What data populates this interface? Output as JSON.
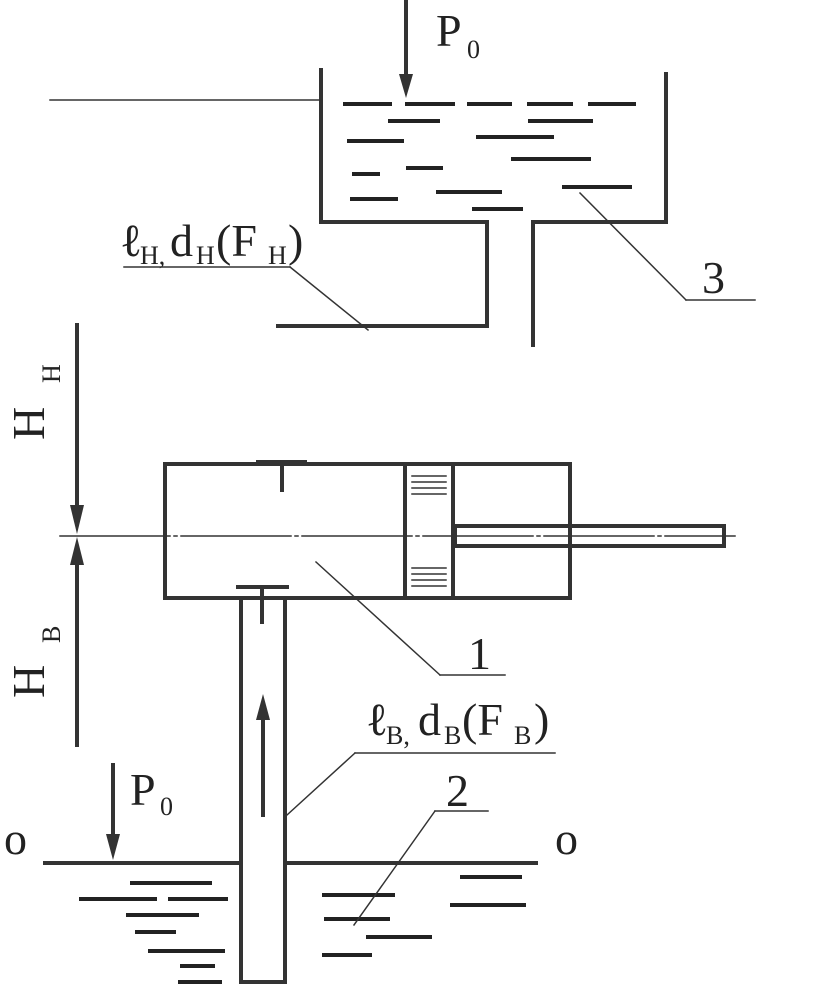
{
  "labels": {
    "p0_top": "P",
    "p0_top_sub": "0",
    "p0_bottom": "P",
    "p0_bottom_sub": "0",
    "discharge_l": "ℓ",
    "discharge_l_sub": "H,",
    "discharge_d": "d",
    "discharge_d_sub": "H",
    "discharge_f_open": "(F",
    "discharge_f_sub": "H",
    "discharge_f_close": ")",
    "suction_l": "ℓ",
    "suction_l_sub": "B,",
    "suction_d": "d",
    "suction_d_sub": "B",
    "suction_f_open": "(F",
    "suction_f_sub": "B",
    "suction_f_close": ")",
    "height_discharge": "H",
    "height_discharge_sub": "H",
    "height_suction": "H",
    "height_suction_sub": "B",
    "level_left": "o",
    "level_right": "o",
    "callout_1": "1",
    "callout_2": "2",
    "callout_3": "3"
  }
}
